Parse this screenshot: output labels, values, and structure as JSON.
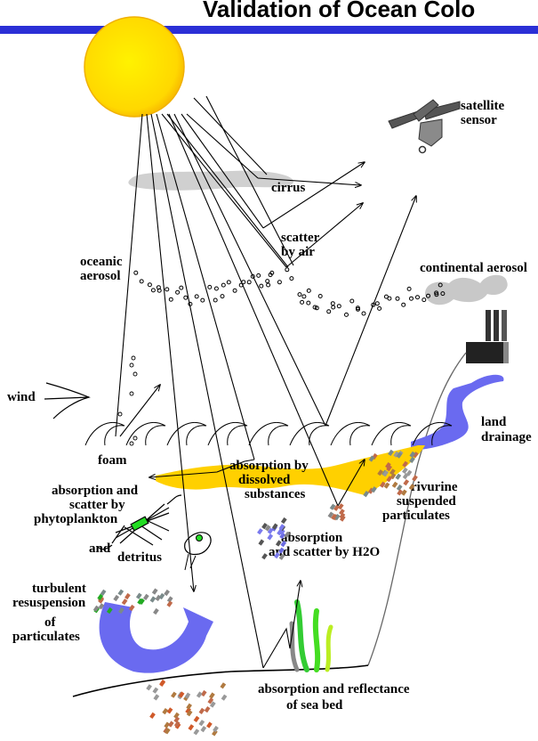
{
  "title": "Validation of Ocean Colo",
  "colors": {
    "banner": "#2b2fd6",
    "sun": "#ffe000",
    "sun_edge": "#f5b400",
    "pollutant": "#e8b000",
    "river": "#6a6af0",
    "swirl": "#6a6af0"
  },
  "labels": {
    "satellite": [
      "satellite",
      "sensor"
    ],
    "cirrus": "cirrus",
    "scatter_air": [
      "scatter",
      "by air"
    ],
    "oceanic_aerosol": [
      "oceanic",
      "aerosol"
    ],
    "continental_aerosol": "continental aerosol",
    "wind": "wind",
    "land_drainage": [
      "land",
      "drainage"
    ],
    "foam": "foam",
    "absorption_dissolved": [
      "absorption by",
      "dissolved",
      "substances"
    ],
    "absorption_phyto": [
      "absorption and",
      "scatter by",
      "phytoplankton"
    ],
    "and": "and",
    "detritus": "detritus",
    "rivurine": [
      "rivurine",
      "suspended",
      "particulates"
    ],
    "absorption_h2o": [
      "absorption",
      "and scatter by H2O"
    ],
    "turbulent": [
      "turbulent",
      "resuspension",
      "of",
      "particulates"
    ],
    "seabed": [
      "absorption and reflectance",
      "of sea bed"
    ]
  },
  "icons": [
    "sun-icon",
    "satellite-icon",
    "factory-icon",
    "wind-arrow-icon",
    "phytoplankton-icon",
    "detritus-icon",
    "seaweed-icon"
  ]
}
